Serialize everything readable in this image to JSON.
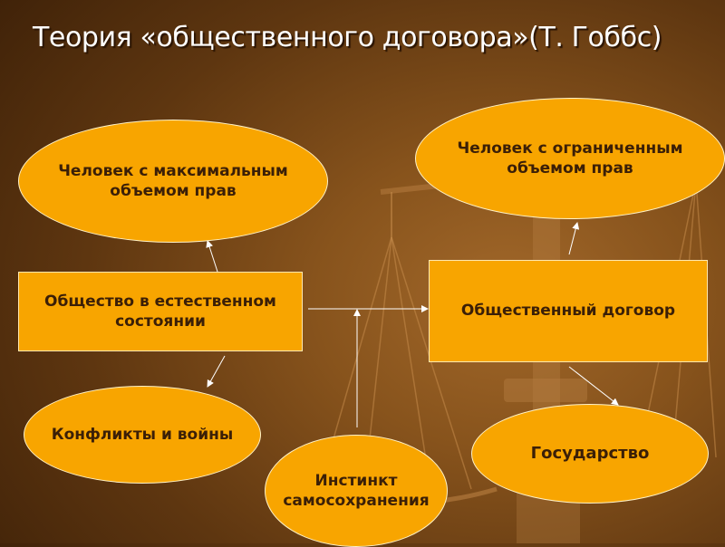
{
  "slide": {
    "title": "Теория «общественного договора»(Т. Гоббс)"
  },
  "nodes": {
    "max_rights": "Человек с максимальным объемом прав",
    "limited_rights": "Человек с ограниченным объемом прав",
    "natural_state": "Общество в естественном состоянии",
    "social_contract": "Общественный договор",
    "conflicts": "Конфликты и войны",
    "instinct": "Инстинкт самосохранения",
    "state": "Государство"
  },
  "colors": {
    "node_fill": "#f8a500",
    "node_text": "#3b1f07",
    "arrow": "#ffffff",
    "title": "#ffffff"
  }
}
